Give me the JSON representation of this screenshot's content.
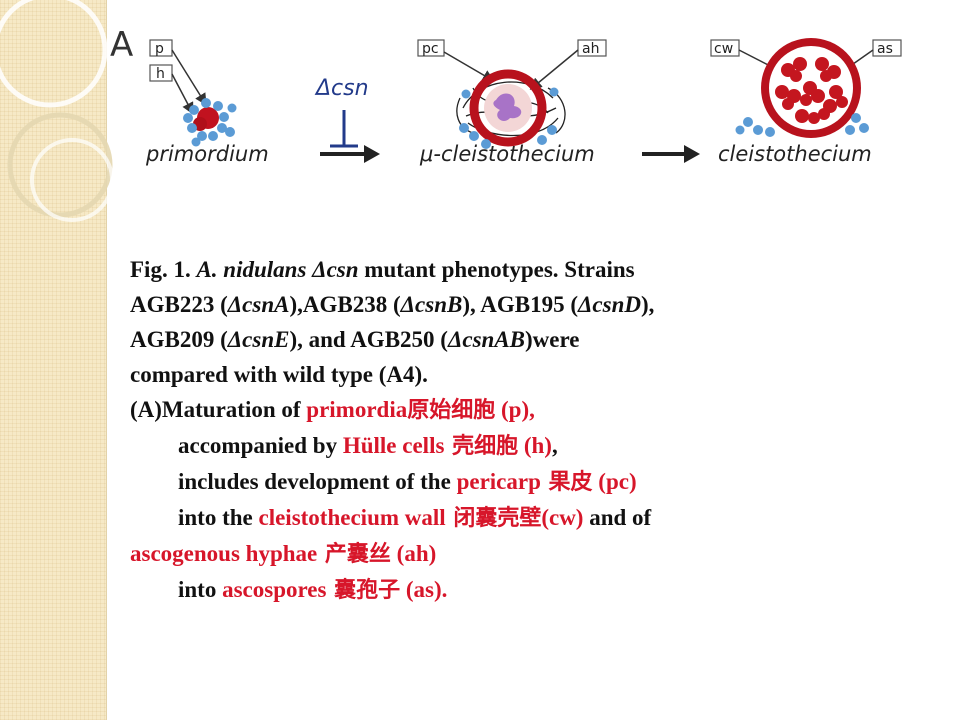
{
  "figure": {
    "panel_letter": "A",
    "labels": {
      "p": "p",
      "h": "h",
      "pc": "pc",
      "ah": "ah",
      "cw": "cw",
      "as": "as",
      "delta_csn": "Δcsn"
    },
    "stages": {
      "primordium": "primordium",
      "micro_prefix": "μ",
      "micro_rest": "-cleistothecium",
      "cleistothecium": "cleistothecium"
    },
    "colors": {
      "accent_red": "#d7162a",
      "wall_red": "#b8121d",
      "cell_blue": "#5b9bd5",
      "hyphae_purple": "#9a62c4"
    }
  },
  "caption": {
    "line1": {
      "a": "Fig. 1. ",
      "species": "A. nidulans",
      "b": " ",
      "delta": "Δcsn",
      "c": " mutant phenotypes. Strains"
    },
    "line2": {
      "a": "AGB223 (",
      "d1": "ΔcsnA",
      "b": "),AGB238 (",
      "d2": "ΔcsnB",
      "c": "), AGB195 (",
      "d3": "ΔcsnD",
      "e": "),"
    },
    "line3": {
      "a": "AGB209 (",
      "d1": "ΔcsnE",
      "b": "), and AGB250 (",
      "d2": "ΔcsnAB",
      "c": ")were"
    },
    "line4": "compared with wild type (A4).",
    "line5": {
      "a": "(A)Maturation of ",
      "term": "primordia",
      "cn": "原始细胞",
      "b": " (p),",
      "tail": ","
    },
    "line6": {
      "a": "accompanied by ",
      "term": "Hülle cells",
      "cn": " 壳细胞",
      "b": " (h)",
      "tail": ","
    },
    "line7": {
      "a": "includes development of the ",
      "term": "pericarp",
      "cn": " 果皮",
      "b": " (pc)"
    },
    "line8": {
      "a": "into the ",
      "term": "cleistothecium wall",
      "cn": " 闭囊壳壁",
      "b": "(cw)",
      "tail": " and of"
    },
    "line9": {
      "term": "ascogenous hyphae",
      "cn": " 产囊丝",
      "b": " (ah)"
    },
    "line10": {
      "a": "into ",
      "term": "ascospores",
      "cn": " 囊孢子",
      "b": " (as)",
      "tail": "."
    }
  }
}
